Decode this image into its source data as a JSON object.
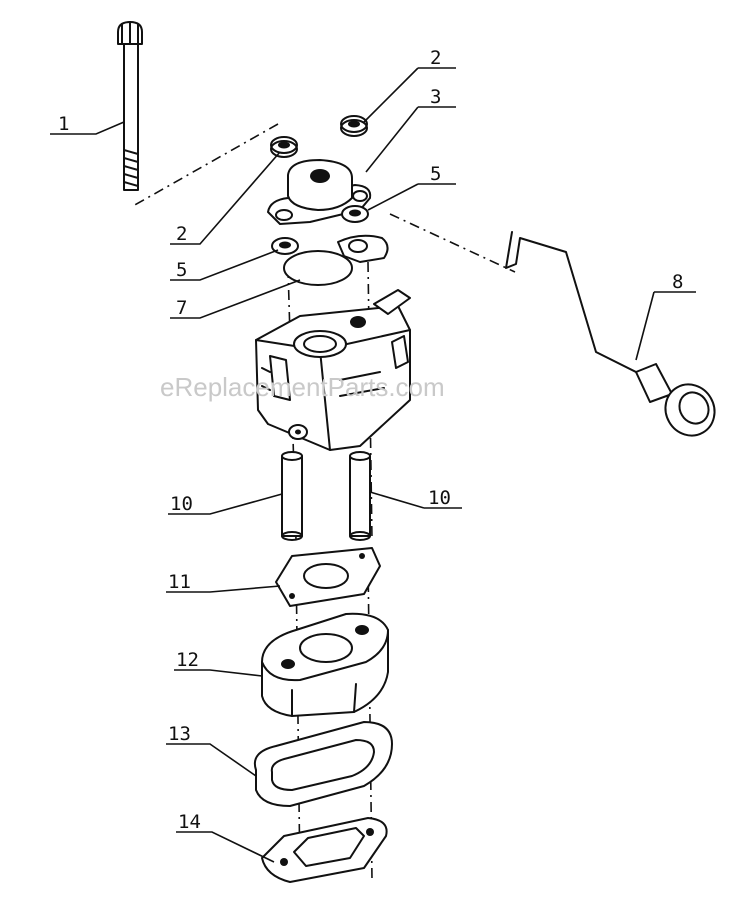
{
  "watermark": "eReplacementParts.com",
  "callouts": {
    "c1": "1",
    "c2a": "2",
    "c2b": "2",
    "c3": "3",
    "c5a": "5",
    "c5b": "5",
    "c7": "7",
    "c8": "8",
    "c10a": "10",
    "c10b": "10",
    "c11": "11",
    "c12": "12",
    "c13": "13",
    "c14": "14"
  }
}
